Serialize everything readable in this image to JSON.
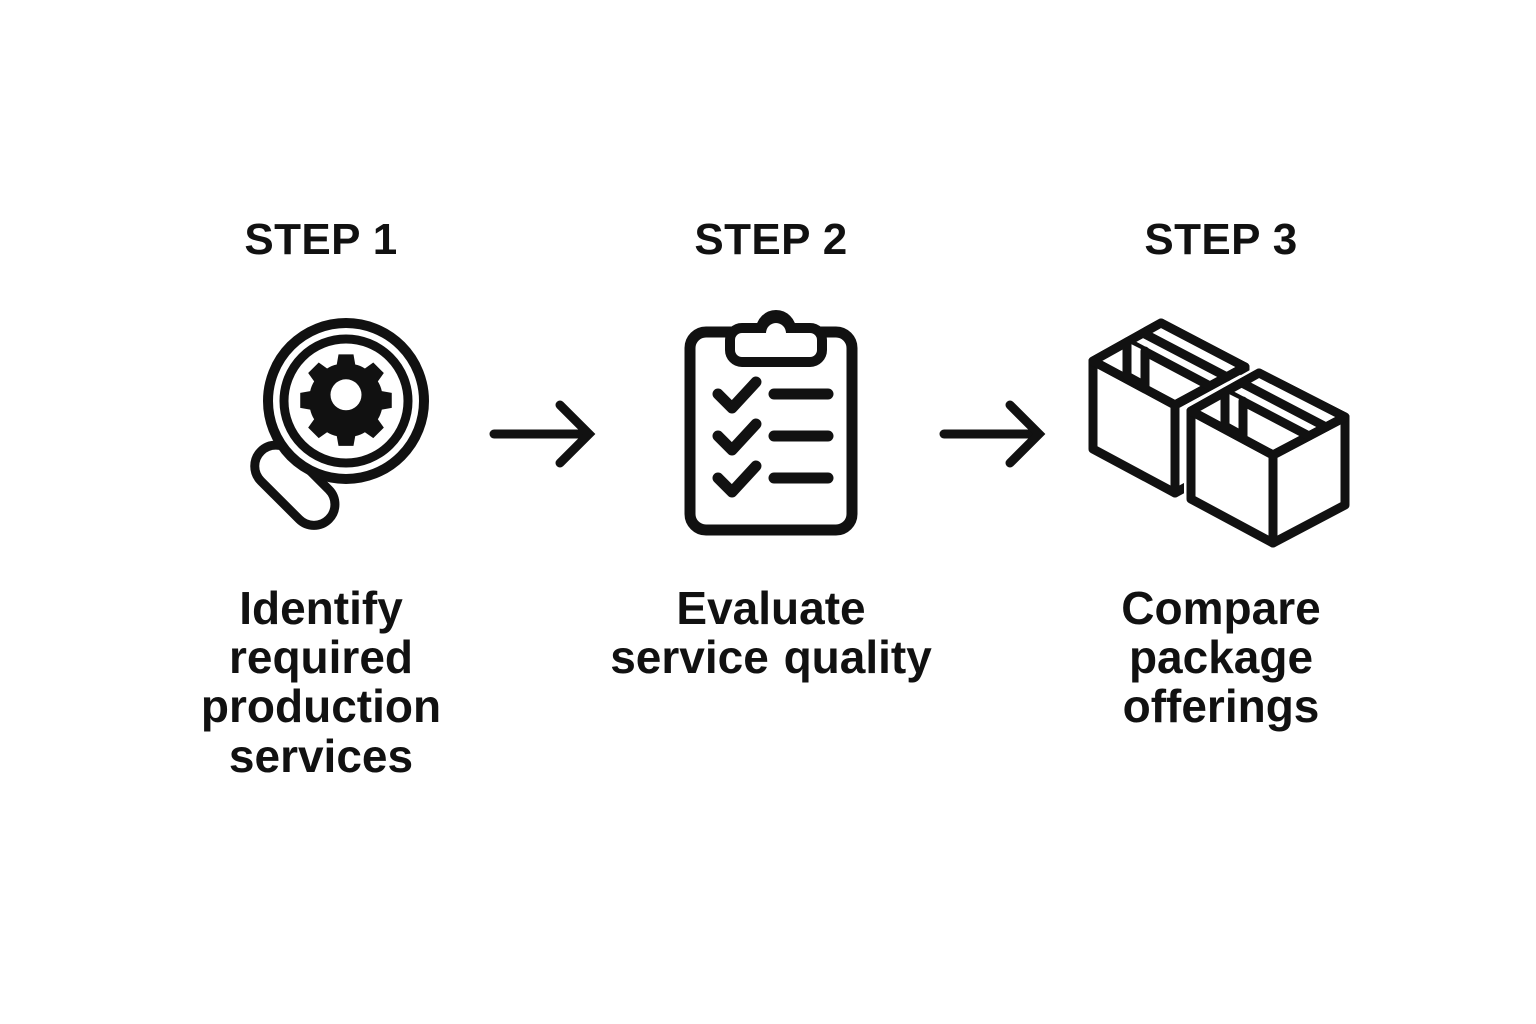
{
  "page": {
    "type": "process-flow-diagram",
    "background_color": "#ffffff",
    "stroke_color": "#111111",
    "step_count": 3
  },
  "steps": [
    {
      "label": "STEP 1",
      "icon": "magnifier-gear-icon",
      "caption": "Identify required production services"
    },
    {
      "label": "STEP 2",
      "icon": "clipboard-checklist-icon",
      "caption": "Evaluate service quality"
    },
    {
      "label": "STEP 3",
      "icon": "packages-boxes-icon",
      "caption": "Compare package offerings"
    }
  ],
  "connectors": [
    {
      "icon": "arrow-right-icon",
      "between": "step-1-to-step-2"
    },
    {
      "icon": "arrow-right-icon",
      "between": "step-2-to-step-3"
    }
  ]
}
